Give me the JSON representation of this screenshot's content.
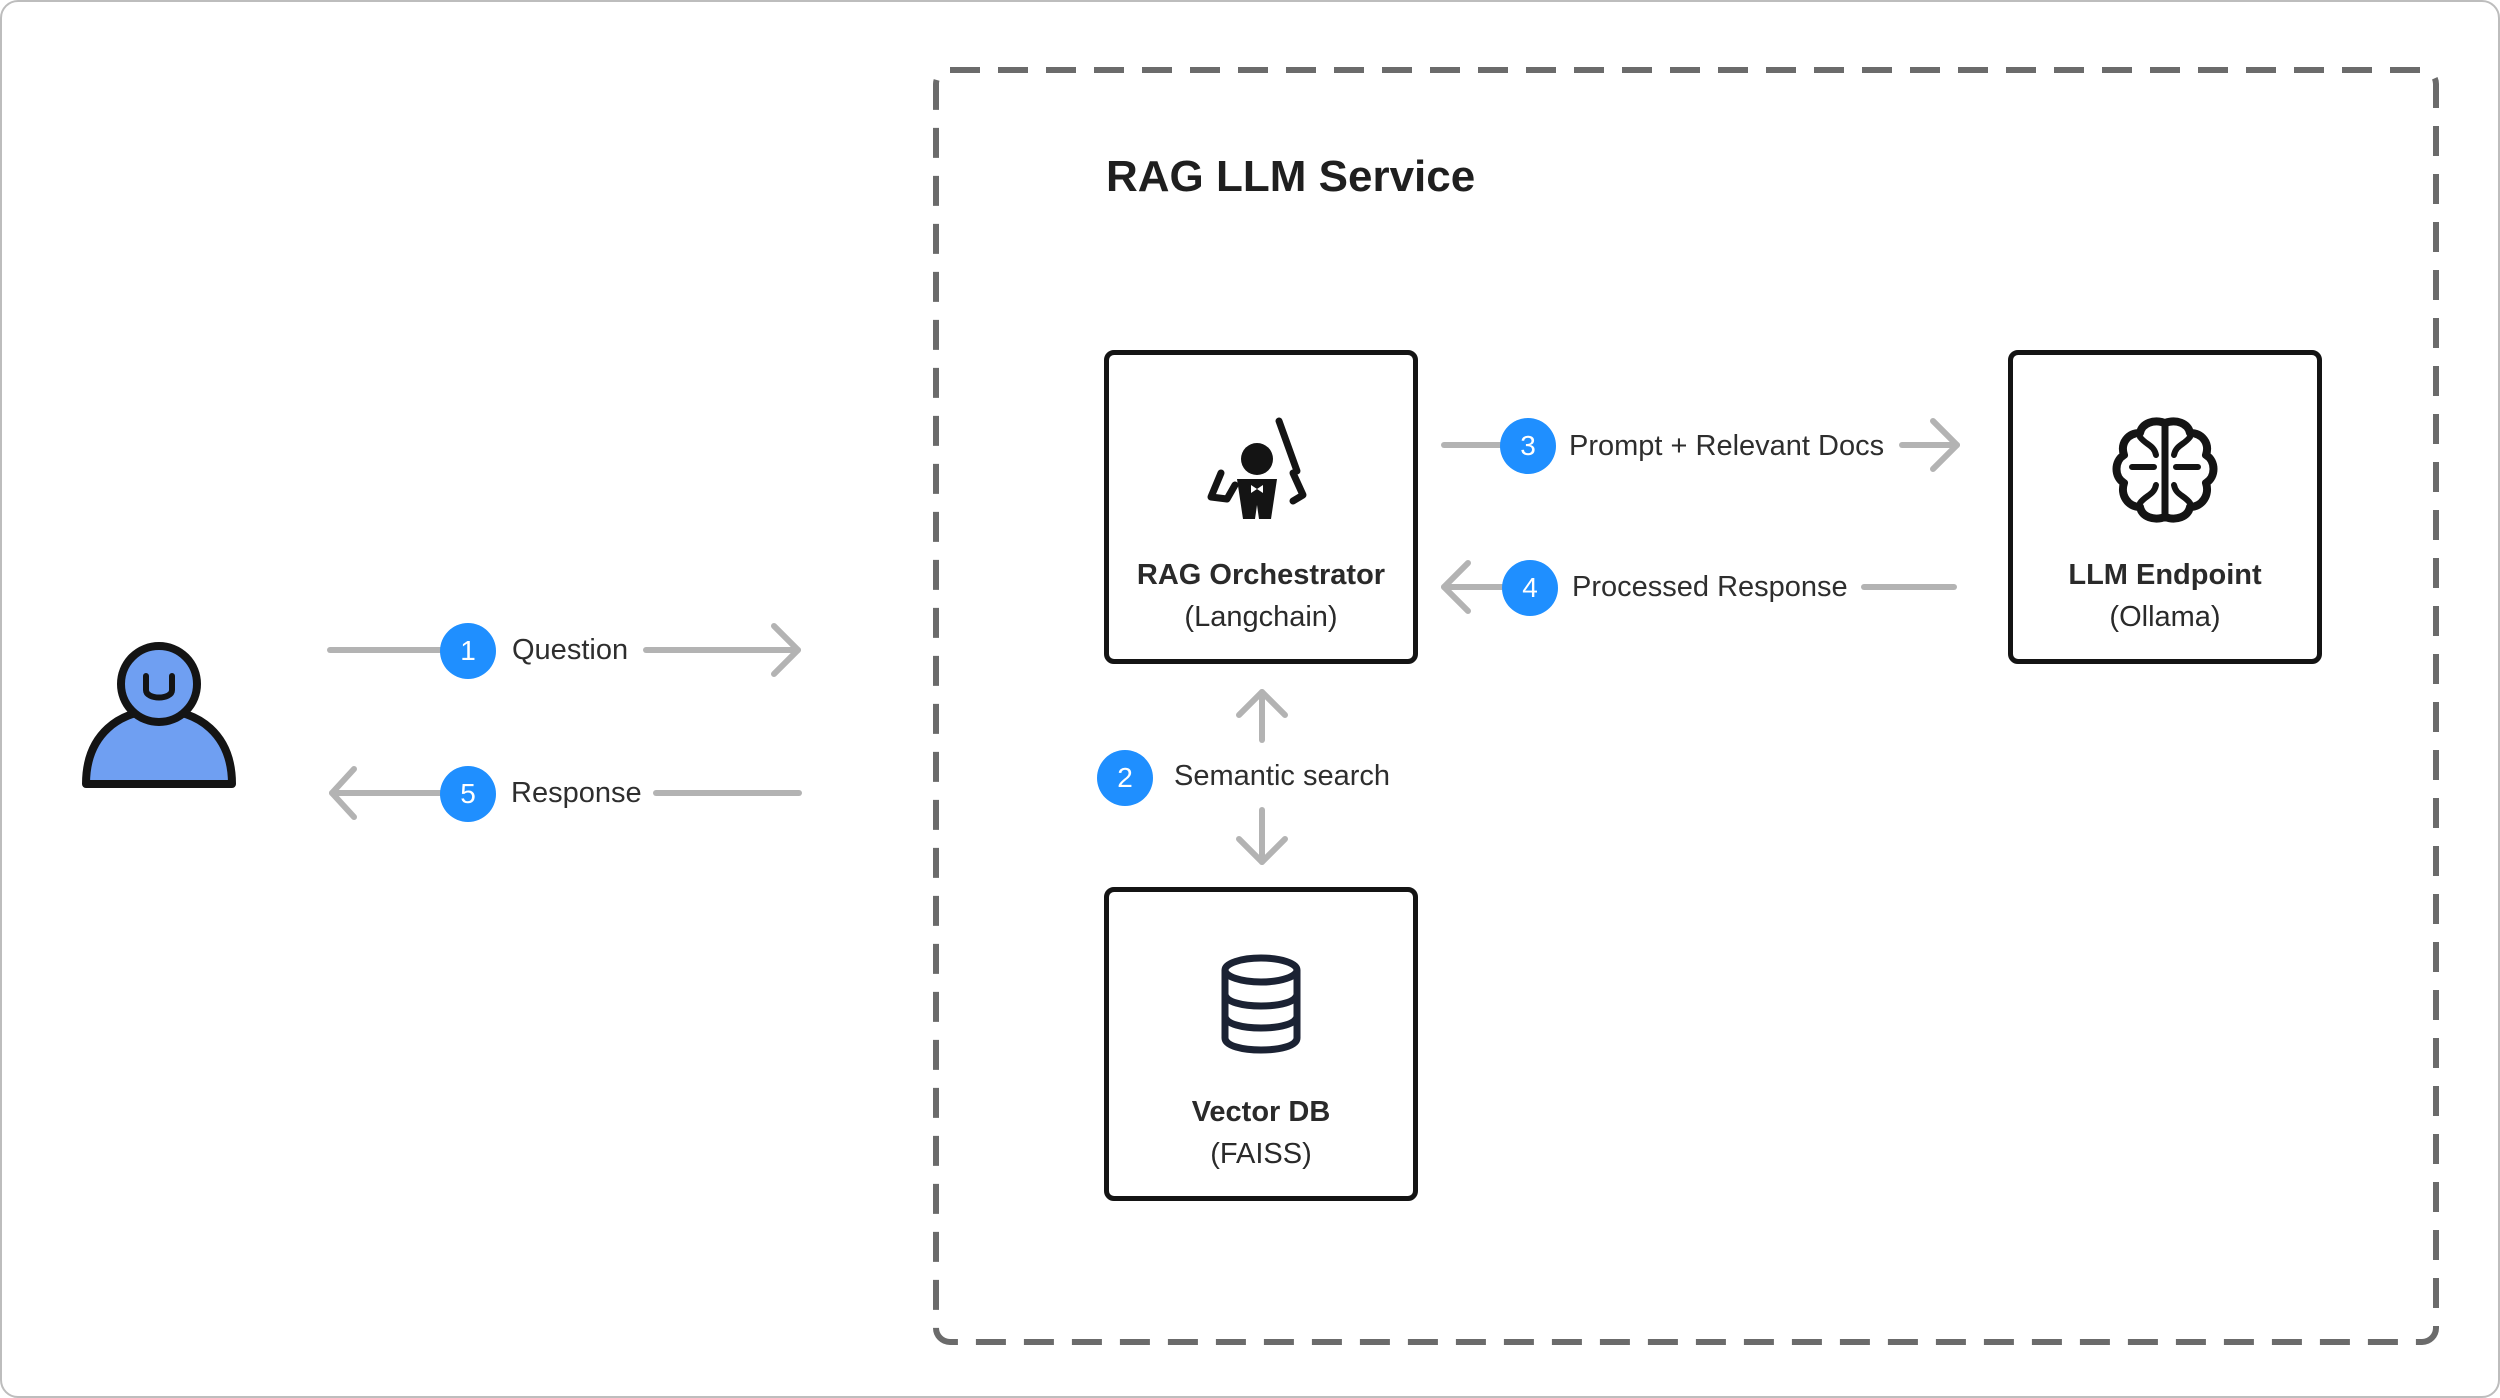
{
  "service_title": "RAG LLM Service",
  "nodes": {
    "orchestrator": {
      "name": "RAG Orchestrator",
      "sub": "(Langchain)",
      "icon": "conductor-icon"
    },
    "llm": {
      "name": "LLM Endpoint",
      "sub": "(Ollama)",
      "icon": "brain-icon"
    },
    "vectordb": {
      "name": "Vector DB",
      "sub": "(FAISS)",
      "icon": "database-icon"
    }
  },
  "user": {
    "icon": "user-icon",
    "color": "#6f9ff2"
  },
  "steps": [
    {
      "num": "1",
      "label": "Question"
    },
    {
      "num": "2",
      "label": "Semantic search"
    },
    {
      "num": "3",
      "label": "Prompt + Relevant Docs"
    },
    {
      "num": "4",
      "label": "Processed Response"
    },
    {
      "num": "5",
      "label": "Response"
    }
  ],
  "colors": {
    "badge": "#1f8fff",
    "arrow": "#b3b3b3",
    "boundary": "#6b6b6b"
  }
}
